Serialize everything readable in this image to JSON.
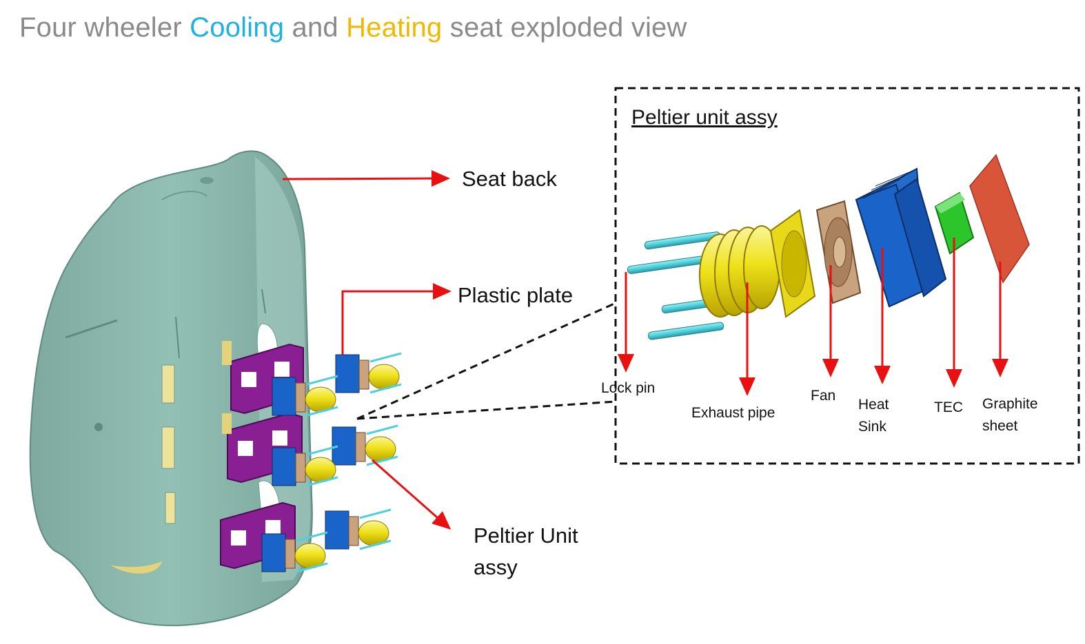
{
  "title": {
    "prefix": "Four wheeler ",
    "cooling": "Cooling",
    "middle": " and ",
    "heating": "Heating",
    "suffix": " seat exploded view"
  },
  "colors": {
    "title_gray": "#8a8a8a",
    "cooling_blue": "#1fb1e6",
    "heating_yellow": "#f2b700",
    "seat_green": "#8cb8ad",
    "plate_purple": "#8a1f93",
    "pipe_yellow": "#f0e21a",
    "pin_cyan": "#4fd1dc",
    "heatsink_blue": "#1a63c8",
    "tec_green": "#2cc52c",
    "graphite_red": "#d9553a",
    "fan_tan": "#c9a27e",
    "arrow_red": "#e81010"
  },
  "labels": {
    "seat_back": "Seat back",
    "plastic_plate": "Plastic plate",
    "peltier_unit_line1": "Peltier Unit",
    "peltier_unit_line2": "assy"
  },
  "detail": {
    "title": "Peltier unit assy",
    "parts": {
      "lock_pin": "Lock pin",
      "exhaust_pipe": "Exhaust pipe",
      "fan": "Fan",
      "heat_sink_line1": "Heat",
      "heat_sink_line2": "Sink",
      "tec": "TEC",
      "graphite_line1": "Graphite",
      "graphite_line2": "sheet"
    }
  }
}
